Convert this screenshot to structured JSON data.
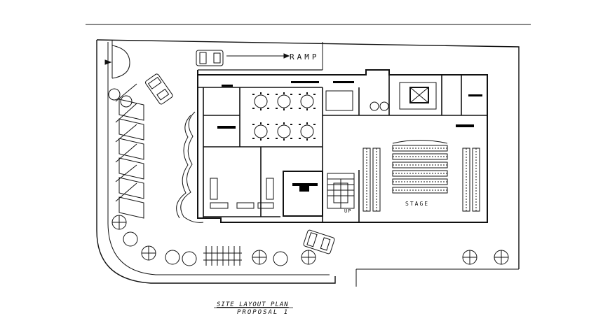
{
  "drawing": {
    "title": "SITE LAYOUT PLAN",
    "subtitle": "PROPOSAL 1",
    "labels": {
      "ramp": "RAMP",
      "stage": "STAGE",
      "up": "UP"
    }
  },
  "colors": {
    "line": "#111111",
    "background": "#ffffff",
    "fill": "#000000"
  }
}
